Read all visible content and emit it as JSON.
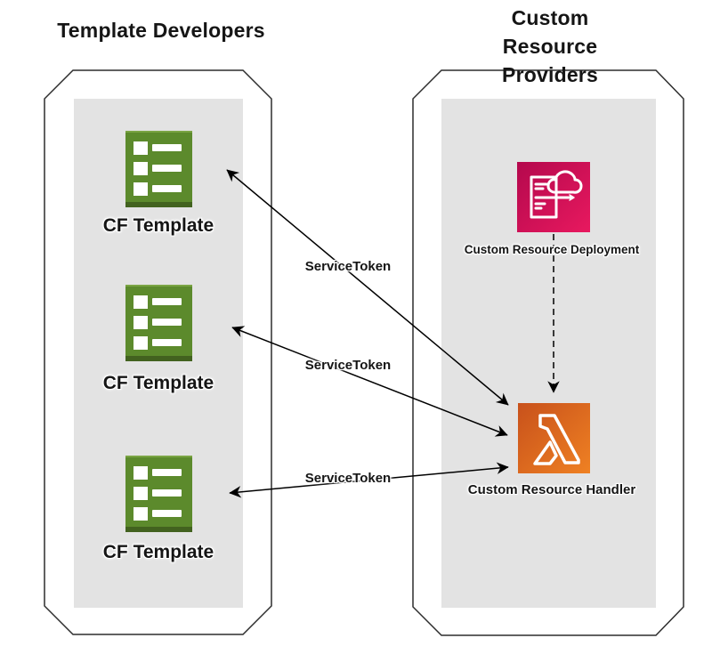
{
  "diagram": {
    "left_panel": {
      "title": "Template Developers",
      "items": [
        {
          "label": "CF Template",
          "icon": "cloudformation-template-icon"
        },
        {
          "label": "CF Template",
          "icon": "cloudformation-template-icon"
        },
        {
          "label": "CF Template",
          "icon": "cloudformation-template-icon"
        }
      ]
    },
    "right_panel": {
      "title": "Custom Resource\nProviders",
      "nodes": [
        {
          "label": "Custom Resource Deployment",
          "icon": "custom-resource-deployment-icon"
        },
        {
          "label": "Custom Resource Handler",
          "icon": "lambda-icon"
        }
      ]
    },
    "connections": [
      {
        "from": "CF Template",
        "to": "Custom Resource Handler",
        "label": "ServiceToken",
        "style": "solid-double-arrow"
      },
      {
        "from": "CF Template",
        "to": "Custom Resource Handler",
        "label": "ServiceToken",
        "style": "solid-double-arrow"
      },
      {
        "from": "CF Template",
        "to": "Custom Resource Handler",
        "label": "ServiceToken",
        "style": "solid-double-arrow"
      },
      {
        "from": "Custom Resource Deployment",
        "to": "Custom Resource Handler",
        "label": "",
        "style": "dashed-arrow"
      }
    ],
    "colors": {
      "cf_template_green": "#5C8A2C",
      "cf_template_green_dark": "#42621F",
      "deployment_pink_start": "#B4084D",
      "deployment_pink_end": "#E8195F",
      "lambda_orange_start": "#C8511B",
      "lambda_orange_end": "#EF8123",
      "panel_inner_gray": "#E3E3E3",
      "outline_black": "#2D2D2D"
    }
  }
}
